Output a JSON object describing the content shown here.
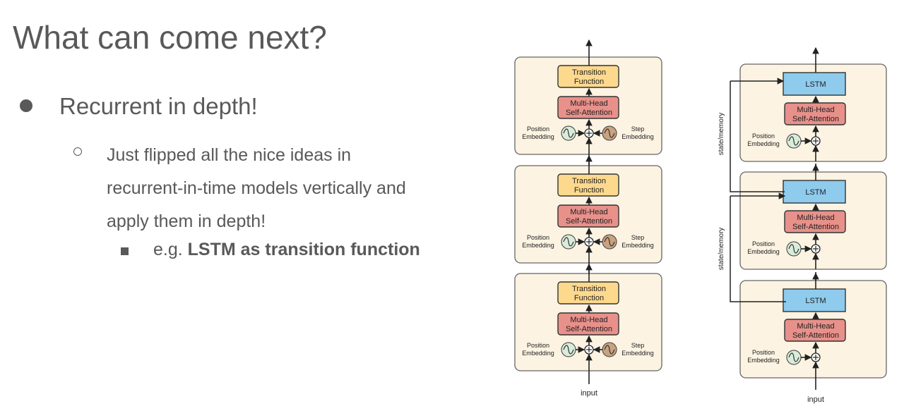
{
  "slide": {
    "title": "What can come next?",
    "bullet1": "Recurrent in depth!",
    "bullet2": "Just flipped all the nice ideas in recurrent-in-time models vertically and apply them in depth!",
    "bullet3_prefix": "e.g. ",
    "bullet3_bold": "LSTM as transition function"
  },
  "diagram": {
    "left_stack": {
      "blocks": [
        {
          "transition": "Transition Function",
          "attention": [
            "Multi-Head",
            "Self-Attention"
          ],
          "position": [
            "Position",
            "Embedding"
          ],
          "step": [
            "Step",
            "Embedding"
          ]
        },
        {
          "transition": "Transition Function",
          "attention": [
            "Multi-Head",
            "Self-Attention"
          ],
          "position": [
            "Position",
            "Embedding"
          ],
          "step": [
            "Step",
            "Embedding"
          ]
        },
        {
          "transition": "Transition Function",
          "attention": [
            "Multi-Head",
            "Self-Attention"
          ],
          "position": [
            "Position",
            "Embedding"
          ],
          "step": [
            "Step",
            "Embedding"
          ]
        }
      ],
      "input_label": "input"
    },
    "right_stack": {
      "blocks": [
        {
          "lstm": "LSTM",
          "attention": [
            "Multi-Head",
            "Self-Attention"
          ],
          "position": [
            "Position",
            "Embedding"
          ]
        },
        {
          "lstm": "LSTM",
          "attention": [
            "Multi-Head",
            "Self-Attention"
          ],
          "position": [
            "Position",
            "Embedding"
          ]
        },
        {
          "lstm": "LSTM",
          "attention": [
            "Multi-Head",
            "Self-Attention"
          ],
          "position": [
            "Position",
            "Embedding"
          ]
        }
      ],
      "state_labels": [
        "state/memory",
        "state/memory"
      ],
      "input_label": "input"
    },
    "colors": {
      "block_bg": "#fcf3e2",
      "transition": "#fdd98e",
      "attention": "#e8908a",
      "lstm": "#8ecbed",
      "pos_embed": "#d9ecd9",
      "step_embed": "#c9a27e"
    }
  }
}
